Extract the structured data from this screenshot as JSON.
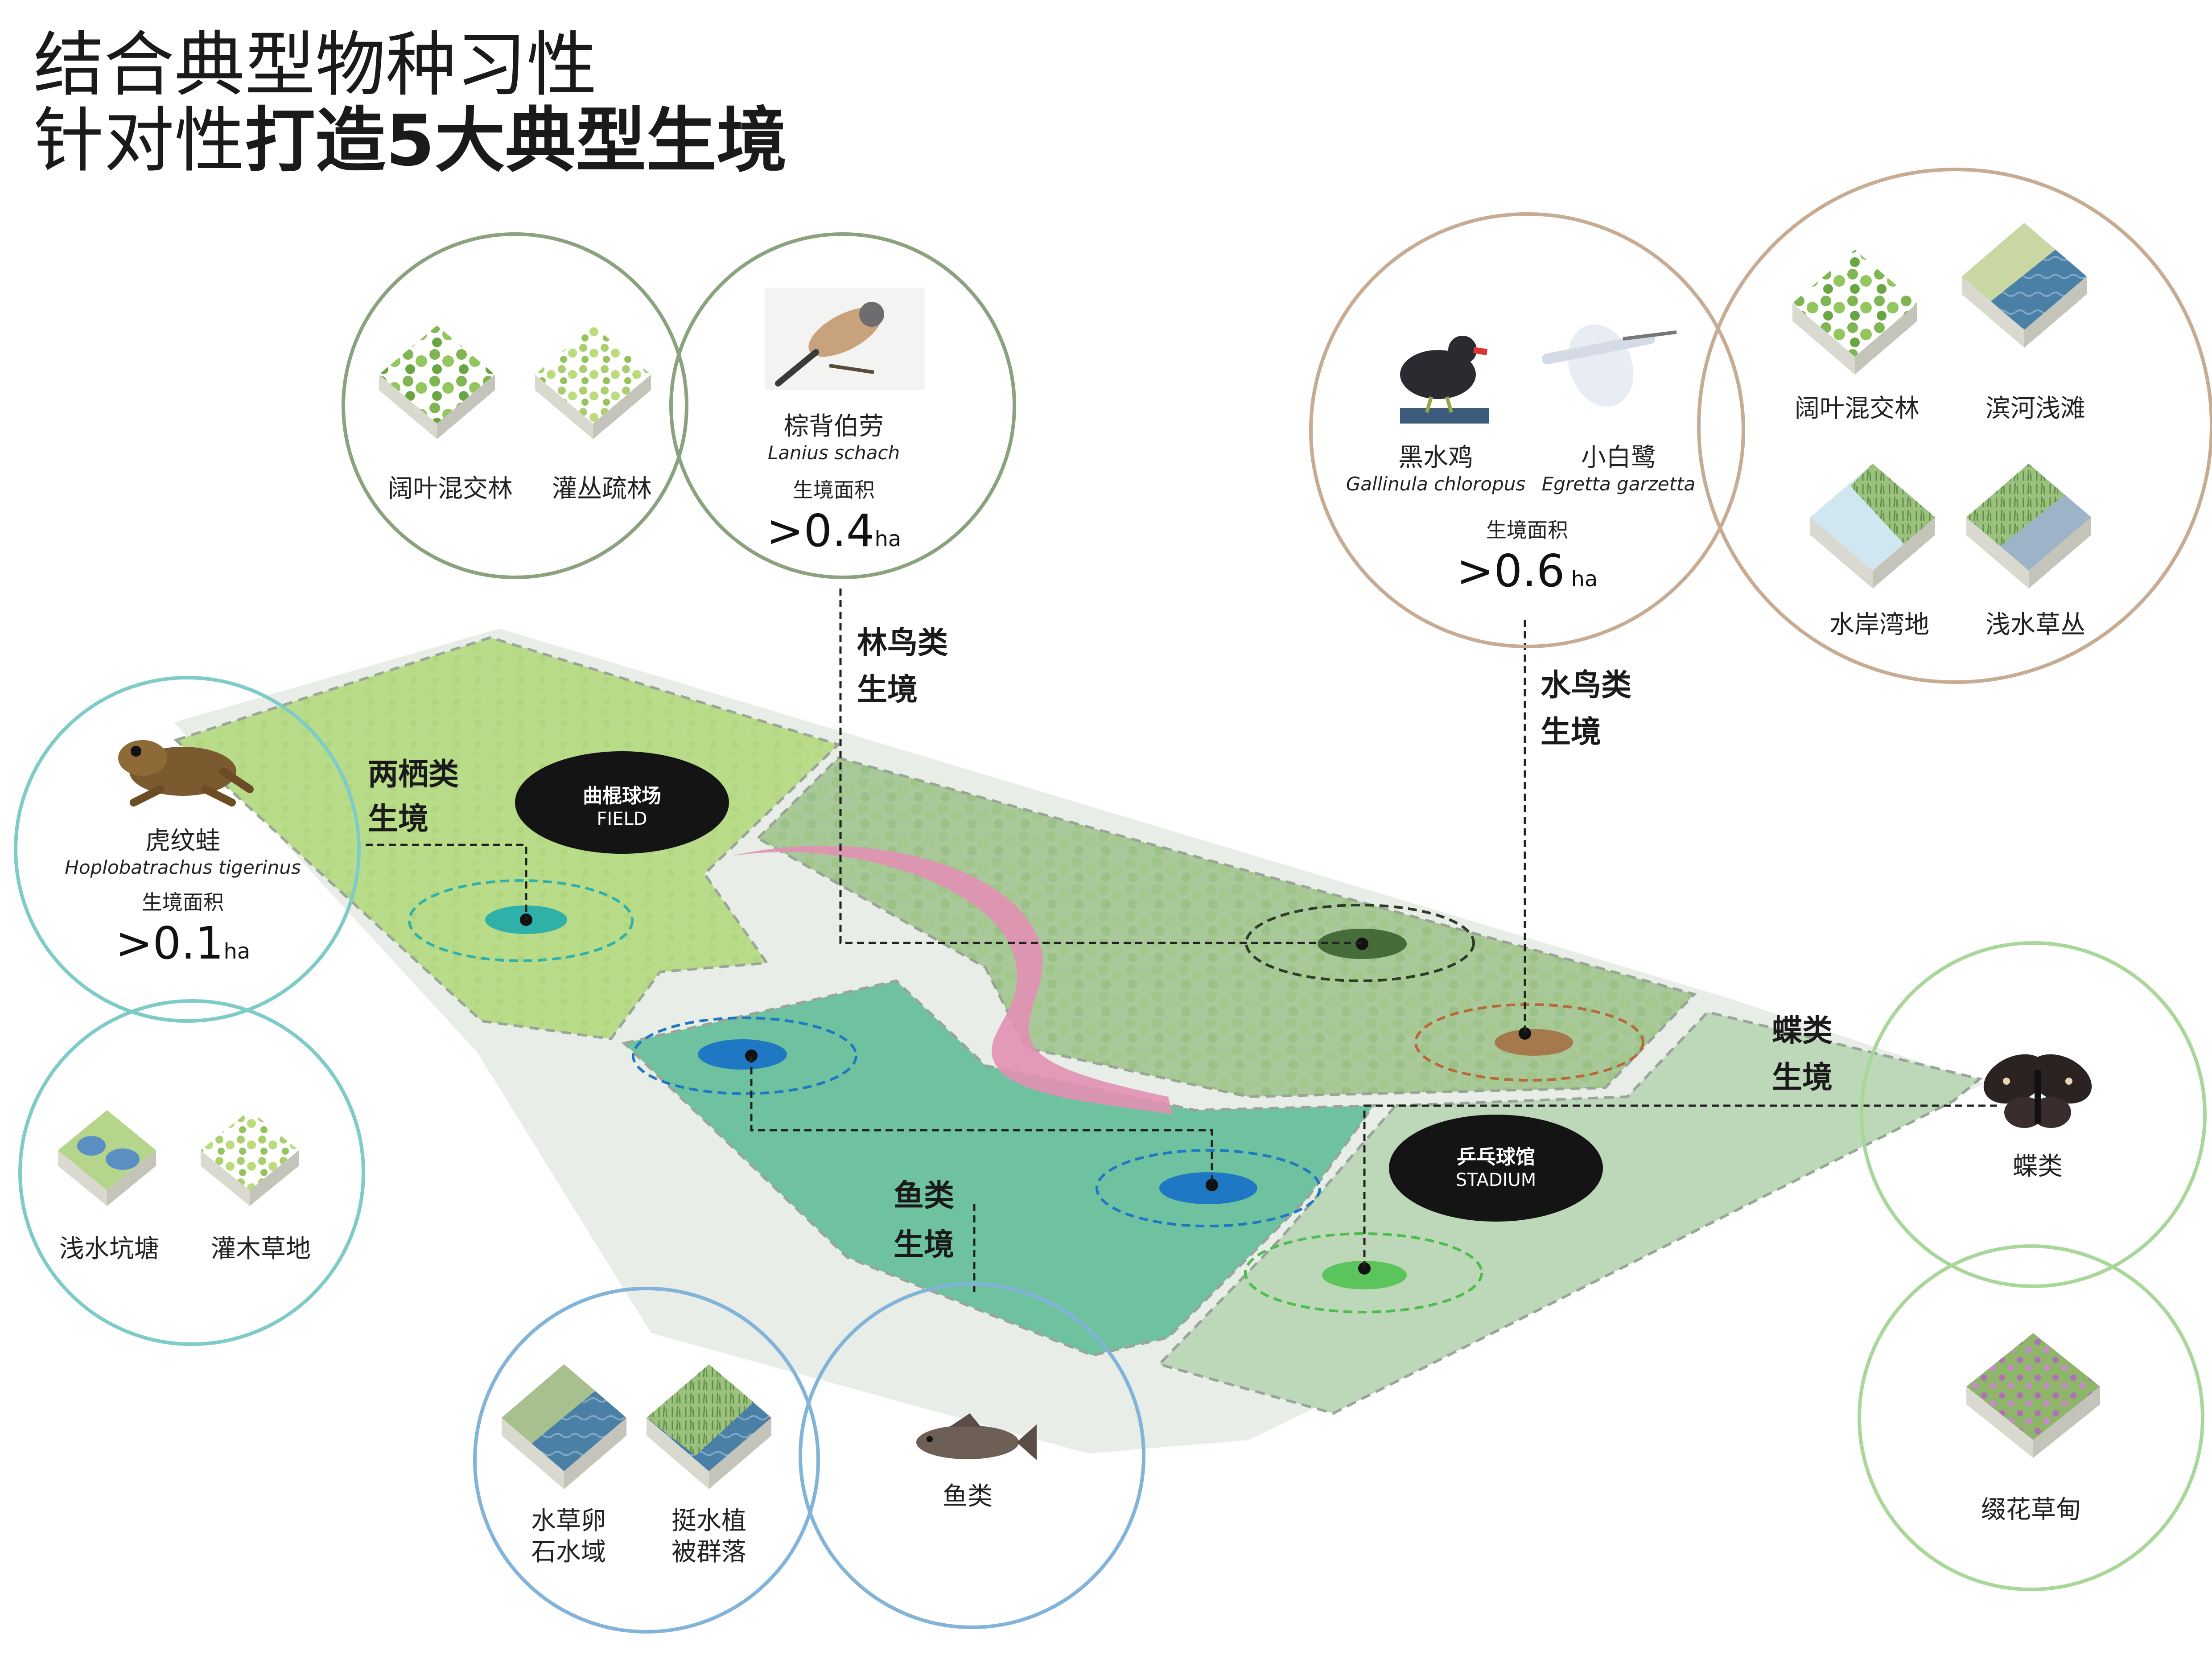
{
  "title": {
    "line1": "结合典型物种习性",
    "line2_normal": "针对性",
    "line2_bold": "打造5大典型生境"
  },
  "venues": {
    "field": {
      "cn": "曲棍球场",
      "en": "FIELD"
    },
    "stadium": {
      "cn": "乒乓球馆",
      "en": "STADIUM"
    }
  },
  "habitats": {
    "amphibian": {
      "label_1": "两栖类",
      "label_2": "生境"
    },
    "forest_bird": {
      "label_1": "林鸟类",
      "label_2": "生境"
    },
    "water_bird": {
      "label_1": "水鸟类",
      "label_2": "生境"
    },
    "butterfly": {
      "label_1": "蝶类",
      "label_2": "生境"
    },
    "fish": {
      "label_1": "鱼类",
      "label_2": "生境"
    }
  },
  "species": {
    "frog": {
      "cn": "虎纹蛙",
      "latin": "Hoplobatrachus tigerinus",
      "area_label": "生境面积",
      "area_value": ">0.1",
      "area_unit": "ha"
    },
    "shrike": {
      "cn": "棕背伯劳",
      "latin": "Lanius schach",
      "area_label": "生境面积",
      "area_value": ">0.4",
      "area_unit": "ha"
    },
    "moorhen": {
      "cn": "黑水鸡",
      "latin": "Gallinula chloropus"
    },
    "egret": {
      "cn": "小白鹭",
      "latin": "Egretta garzetta"
    },
    "water_bird_area": {
      "area_label": "生境面积",
      "area_value": ">0.6",
      "area_unit": "ha"
    },
    "butterfly": {
      "cn": "蝶类"
    },
    "fish": {
      "cn": "鱼类"
    }
  },
  "habitat_types": {
    "forest": [
      "阔叶混交林",
      "灌丛疏林"
    ],
    "amphibian": [
      "浅水坑塘",
      "灌木草地"
    ],
    "water_bird": [
      "阔叶混交林",
      "滨河浅滩",
      "水岸湾地",
      "浅水草丛"
    ],
    "fish_1": [
      "水草卵",
      "石水域"
    ],
    "fish_2": [
      "挺水植",
      "被群落"
    ],
    "butterfly": "缀花草甸"
  },
  "colors": {
    "amphibian": "#7fcbc8",
    "forest_bird": "#8aa27e",
    "water_bird": "#c7ab93",
    "fish": "#82b3d8",
    "butterfly": "#a9d79a",
    "path": "#e290b4",
    "zone_light": "#b9dc8a",
    "zone_sage": "#a9c99a",
    "zone_teal": "#6fc29f",
    "zone_pale": "#bcd8b8"
  },
  "icons": [
    "frog-photo",
    "shrike-photo",
    "moorhen-photo",
    "egret-photo",
    "butterfly-photo",
    "fish-photo",
    "habitat-block-icon"
  ]
}
